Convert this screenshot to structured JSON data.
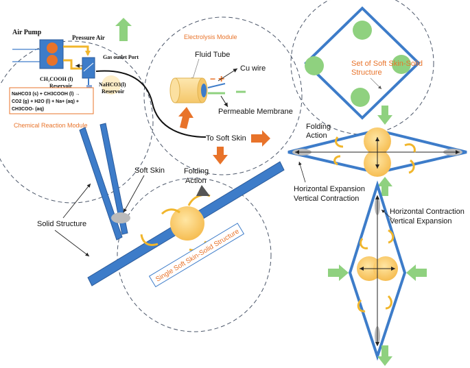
{
  "labels": {
    "air_pump": "Air Pump",
    "pressure_air": "Pressure Air",
    "gas_outlet": "Gas outlet Port",
    "ch3cooh_line1": "CH₃COOH  (l)",
    "ch3cooh_line2": "Reservoir",
    "nahco3_line1": "NaHCO3(l)",
    "nahco3_line2": "Reservoir",
    "equation_line1": "NaHCO3 (s) + CH3COOH (l) →",
    "equation_line2": "CO2 (g) + H2O (l) + Na+ (aq) +",
    "equation_line3": "CH3COO- (aq)",
    "chemical_module": "Chemical Reaction Module",
    "electrolysis_module": "Electrolysis Module",
    "fluid_tube": "Fluid Tube",
    "cu_wire": "Cu wire",
    "permeable_membrane": "Permeable Membrane",
    "to_soft_skin": "To Soft Skin",
    "soft_skin": "Soft Skin",
    "folding_action_1": "Folding",
    "folding_action_2": "Action",
    "solid_structure": "Solid Structure",
    "single_structure": "Single Soft Skin-Solid Structure",
    "set_line1": "Set of Soft Skin-Solid",
    "set_line2": "Structure",
    "right_folding_1": "Folding",
    "right_folding_2": "Action",
    "h_expansion": "Horizontal Expansion",
    "v_contraction": "Vertical Contraction",
    "h_contraction": "Horizontal Contraction",
    "v_expansion": "Vertical Expansion",
    "plus_sign": "+",
    "minus_sign": "−"
  },
  "colors": {
    "blue": "#3d7cc9",
    "orange": "#e8732a",
    "light_orange": "#f7c96a",
    "green": "#8fd17f",
    "dashed": "#4a5568"
  }
}
